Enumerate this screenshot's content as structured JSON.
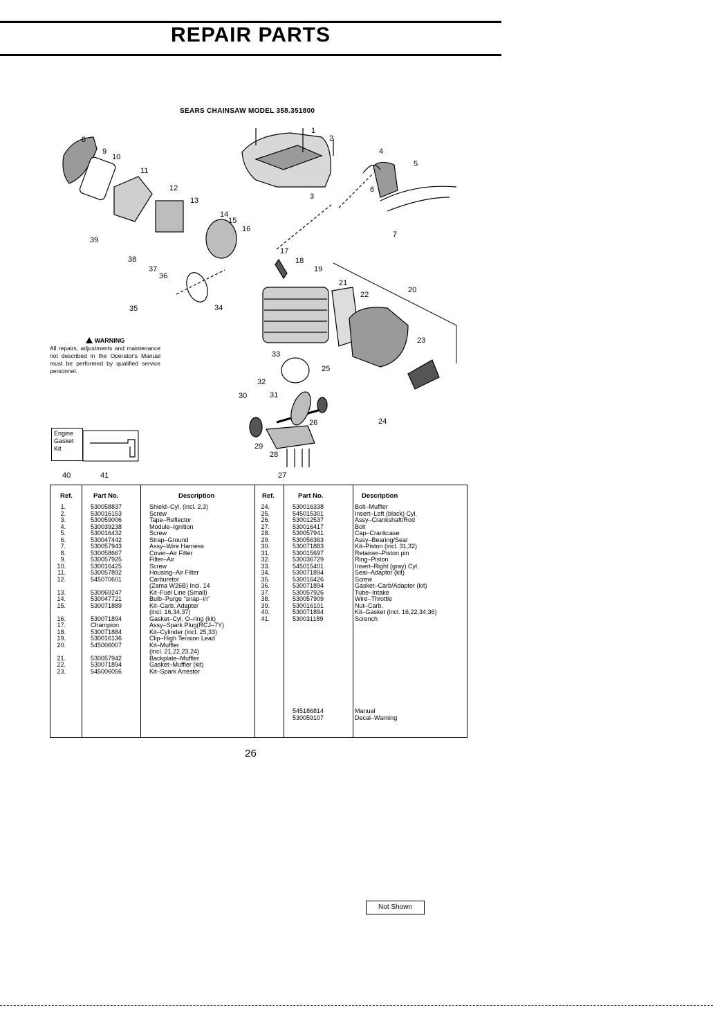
{
  "page": {
    "title": "REPAIR PARTS",
    "model_title": "SEARS CHAINSAW MODEL 358.351800",
    "page_number": "26"
  },
  "warning": {
    "heading": "WARNING",
    "text": "All repairs, adjustments and maintenance not described in the Operator's Manual must be performed by qualified service personnel."
  },
  "kit_label": [
    "Engine",
    "Gasket",
    "Kit"
  ],
  "callouts": [
    "1",
    "2",
    "3",
    "4",
    "5",
    "6",
    "7",
    "8",
    "9",
    "10",
    "11",
    "12",
    "13",
    "14",
    "15",
    "16",
    "17",
    "18",
    "19",
    "20",
    "21",
    "22",
    "23",
    "24",
    "25",
    "26",
    "27",
    "28",
    "29",
    "30",
    "31",
    "32",
    "33",
    "34",
    "35",
    "36",
    "37",
    "38",
    "39",
    "40",
    "41"
  ],
  "table": {
    "headers": {
      "ref": "Ref.",
      "part": "Part No.",
      "desc": "Description"
    },
    "left": [
      {
        "ref": "1.",
        "part": "530058837",
        "desc": "Shield–Cyl. (incl. 2,3)"
      },
      {
        "ref": "2.",
        "part": "530016153",
        "desc": "Screw"
      },
      {
        "ref": "3.",
        "part": "530059006",
        "desc": "Tape–Reflector"
      },
      {
        "ref": "4.",
        "part": "530039238",
        "desc": "Module–Ignition"
      },
      {
        "ref": "5.",
        "part": "530016432",
        "desc": "Screw"
      },
      {
        "ref": "6.",
        "part": "530047442",
        "desc": "Strap–Ground"
      },
      {
        "ref": "7.",
        "part": "530057943",
        "desc": "Assy–Wire Harness"
      },
      {
        "ref": "8.",
        "part": "530058667",
        "desc": "Cover–Air Filter"
      },
      {
        "ref": "9.",
        "part": "530057925",
        "desc": "Filter–Air"
      },
      {
        "ref": "10.",
        "part": "530016425",
        "desc": "Screw"
      },
      {
        "ref": "11.",
        "part": "530057892",
        "desc": "Housing–Air Filter"
      },
      {
        "ref": "12.",
        "part": "545070601",
        "desc": "Carburetor"
      },
      {
        "ref": "",
        "part": "",
        "desc": "(Zama W26B) Incl. 14"
      },
      {
        "ref": "13.",
        "part": "530069247",
        "desc": "Kit–Fuel Line (Small)"
      },
      {
        "ref": "14.",
        "part": "530047721",
        "desc": "Bulb–Purge \"snap–in\""
      },
      {
        "ref": "15.",
        "part": "530071889",
        "desc": "Kit–Carb. Adapter"
      },
      {
        "ref": "",
        "part": "",
        "desc": "(incl. 16,34,37)"
      },
      {
        "ref": "16.",
        "part": "530071894",
        "desc": "Gasket–Cyl. O–ring (kit)"
      },
      {
        "ref": "17.",
        "part": "Champion",
        "desc": "Assy–Spark Plug(RCJ–7Y)"
      },
      {
        "ref": "18.",
        "part": "530071884",
        "desc": "Kit–Cylinder (incl. 25,33)"
      },
      {
        "ref": "19.",
        "part": "530016136",
        "desc": "Clip–High Tension Lead"
      },
      {
        "ref": "20.",
        "part": "545006007",
        "desc": "Kit–Muffler"
      },
      {
        "ref": "",
        "part": "",
        "desc": "(incl. 21,22,23,24)"
      },
      {
        "ref": "21.",
        "part": "530057942",
        "desc": "Backplate–Muffler"
      },
      {
        "ref": "22.",
        "part": "530071894",
        "desc": "Gasket–Muffler (kit)"
      },
      {
        "ref": "23.",
        "part": "545006056",
        "desc": "Kit–Spark Arrestor"
      }
    ],
    "right": [
      {
        "ref": "24.",
        "part": "530016338",
        "desc": "Bolt–Muffler"
      },
      {
        "ref": "25.",
        "part": "545015301",
        "desc": "Insert–Left (black) Cyl."
      },
      {
        "ref": "26.",
        "part": "530012537",
        "desc": "Assy–Crankshaft/Rod"
      },
      {
        "ref": "27.",
        "part": "530016417",
        "desc": "Bolt"
      },
      {
        "ref": "28.",
        "part": "530057941",
        "desc": "Cap–Crankcase"
      },
      {
        "ref": "29.",
        "part": "530056363",
        "desc": "Assy–Bearing/Seal"
      },
      {
        "ref": "30.",
        "part": "530071883",
        "desc": "Kit–Piston (incl. 31,32)"
      },
      {
        "ref": "31.",
        "part": "530015697",
        "desc": "Retainer–Piston pin"
      },
      {
        "ref": "32.",
        "part": "530036729",
        "desc": "Ring–Piston"
      },
      {
        "ref": "33.",
        "part": "545015401",
        "desc": "Insert–Right (gray) Cyl."
      },
      {
        "ref": "34.",
        "part": "530071894",
        "desc": "Seal–Adaptor (kit)"
      },
      {
        "ref": "35.",
        "part": "530016426",
        "desc": "Screw"
      },
      {
        "ref": "36.",
        "part": "530071894",
        "desc": "Gasket–Carb/Adapter (kit)"
      },
      {
        "ref": "37.",
        "part": "530057926",
        "desc": "Tube–Intake"
      },
      {
        "ref": "38.",
        "part": "530057909",
        "desc": "Wire–Throttle"
      },
      {
        "ref": "39.",
        "part": "530016101",
        "desc": "Nut–Carb."
      },
      {
        "ref": "40.",
        "part": "530071894",
        "desc": "Kit–Gasket (incl. 16,22,34,36)"
      },
      {
        "ref": "41.",
        "part": "530031189",
        "desc": "Scrench"
      }
    ],
    "not_shown_label": "Not Shown",
    "not_shown": [
      {
        "part": "545186814",
        "desc": "Manual"
      },
      {
        "part": "530059107",
        "desc": "Decal–Warning"
      }
    ]
  }
}
